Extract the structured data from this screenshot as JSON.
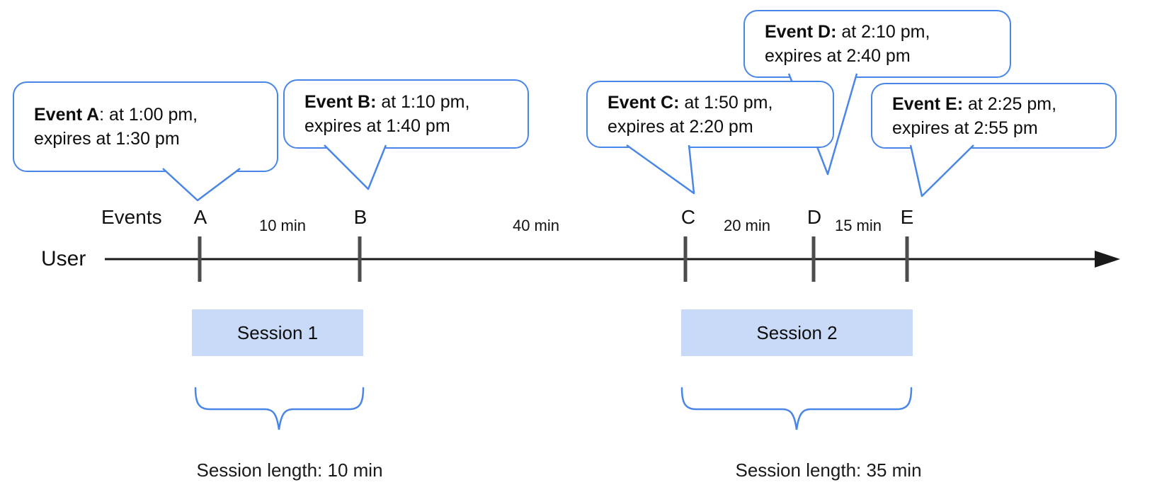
{
  "diagram": {
    "axis": {
      "events_label": "Events",
      "user_label": "User"
    },
    "bubbles": [
      {
        "id": "A",
        "bold": "Event A",
        "rest": ": at 1:00 pm,",
        "line2": "expires at 1:30 pm"
      },
      {
        "id": "B",
        "bold": "Event B:",
        "rest": " at 1:10 pm,",
        "line2": "expires at 1:40 pm"
      },
      {
        "id": "C",
        "bold": "Event C:",
        "rest": " at 1:50 pm,",
        "line2": "expires at 2:20 pm"
      },
      {
        "id": "D",
        "bold": "Event D:",
        "rest": " at 2:10 pm,",
        "line2": "expires at 2:40 pm"
      },
      {
        "id": "E",
        "bold": "Event E:",
        "rest": " at 2:25 pm,",
        "line2": "expires at 2:55 pm"
      }
    ],
    "event_marks": [
      "A",
      "B",
      "C",
      "D",
      "E"
    ],
    "gaps": [
      "10 min",
      "40 min",
      "20 min",
      "15 min"
    ],
    "sessions": [
      {
        "label": "Session 1",
        "length_label": "Session length: 10 min"
      },
      {
        "label": "Session 2",
        "length_label": "Session length: 35 min"
      }
    ],
    "colors": {
      "bubble_border": "#4a86e8",
      "session_fill": "#c9daf8",
      "tick": "#4d4d4d",
      "axis_line": "#1a1a1a"
    }
  }
}
